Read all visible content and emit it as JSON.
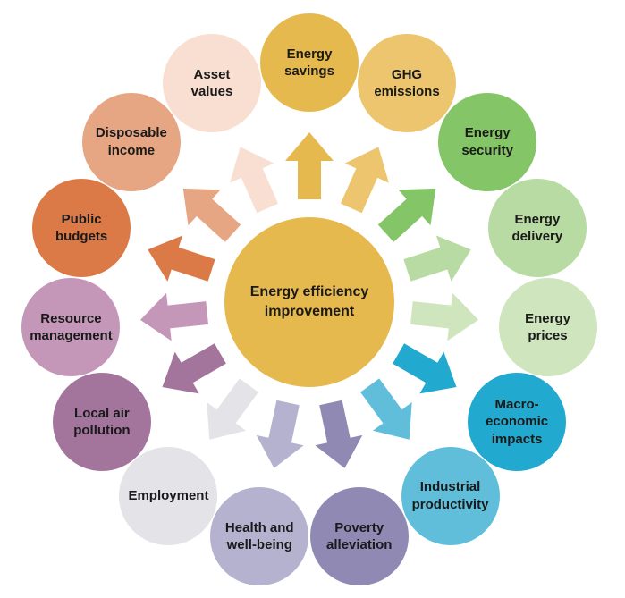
{
  "center": {
    "label": "Energy efficiency\nimprovement",
    "color": "#E5B94E"
  },
  "benefits": [
    {
      "label": "Energy\nsavings",
      "color": "#E5B94E",
      "text_color": "#1a1a1a"
    },
    {
      "label": "GHG\nemissions",
      "color": "#EDC56F",
      "text_color": "#1a1a1a"
    },
    {
      "label": "Energy\nsecurity",
      "color": "#84C567",
      "text_color": "#1a1a1a"
    },
    {
      "label": "Energy\ndelivery",
      "color": "#B7DBA2",
      "text_color": "#1a1a1a"
    },
    {
      "label": "Energy\nprices",
      "color": "#CEE5BE",
      "text_color": "#1a1a1a"
    },
    {
      "label": "Macro-\neconomic\nimpacts",
      "color": "#22A9CF",
      "text_color": "#1a1a1a"
    },
    {
      "label": "Industrial\nproductivity",
      "color": "#61BEDB",
      "text_color": "#1a1a1a"
    },
    {
      "label": "Poverty\nalleviation",
      "color": "#8F89B4",
      "text_color": "#1a1a1a"
    },
    {
      "label": "Health and\nwell-being",
      "color": "#B5B2CF",
      "text_color": "#1a1a1a"
    },
    {
      "label": "Employment",
      "color": "#E3E3E8",
      "text_color": "#1a1a1a"
    },
    {
      "label": "Local air\npollution",
      "color": "#A3759D",
      "text_color": "#1a1a1a"
    },
    {
      "label": "Resource\nmanagement",
      "color": "#C497B9",
      "text_color": "#1a1a1a"
    },
    {
      "label": "Public\nbudgets",
      "color": "#DC7A47",
      "text_color": "#1a1a1a"
    },
    {
      "label": "Disposable\nincome",
      "color": "#E6A583",
      "text_color": "#1a1a1a"
    },
    {
      "label": "Asset\nvalues",
      "color": "#F8DFD2",
      "text_color": "#1a1a1a"
    }
  ]
}
